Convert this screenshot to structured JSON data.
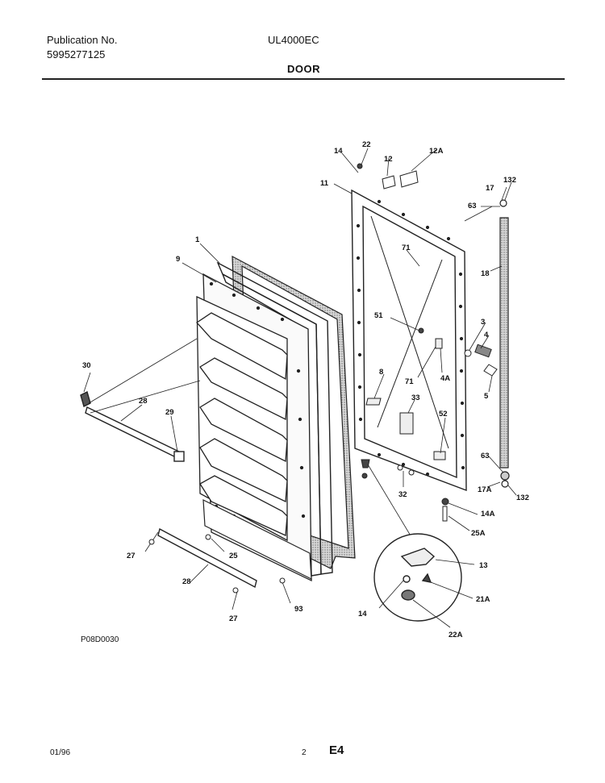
{
  "header": {
    "publication_label": "Publication No.",
    "publication_number": "5995277125",
    "model": "UL4000EC",
    "section": "DOOR"
  },
  "figure_code": "P08D0030",
  "footer": {
    "date": "01/96",
    "page": "2",
    "code": "E4"
  },
  "callouts": {
    "c1": "1",
    "c9": "9",
    "c30": "30",
    "c28a": "28",
    "c29": "29",
    "c27a": "27",
    "c25": "25",
    "c28b": "28",
    "c27b": "27",
    "c93": "93",
    "c14a": "14",
    "c22": "22",
    "c12": "12",
    "c12A": "12A",
    "c11": "11",
    "c71a": "71",
    "c51": "51",
    "c8": "8",
    "c71b": "71",
    "c4A": "4A",
    "c33": "33",
    "c52": "52",
    "c32": "32",
    "c17": "17",
    "c132a": "132",
    "c63a": "63",
    "c18": "18",
    "c3": "3",
    "c4": "4",
    "c5": "5",
    "c63b": "63",
    "c17A": "17A",
    "c132b": "132",
    "c14A": "14A",
    "c25A": "25A",
    "c13": "13",
    "c21A": "21A",
    "c14b": "14",
    "c22A": "22A"
  }
}
